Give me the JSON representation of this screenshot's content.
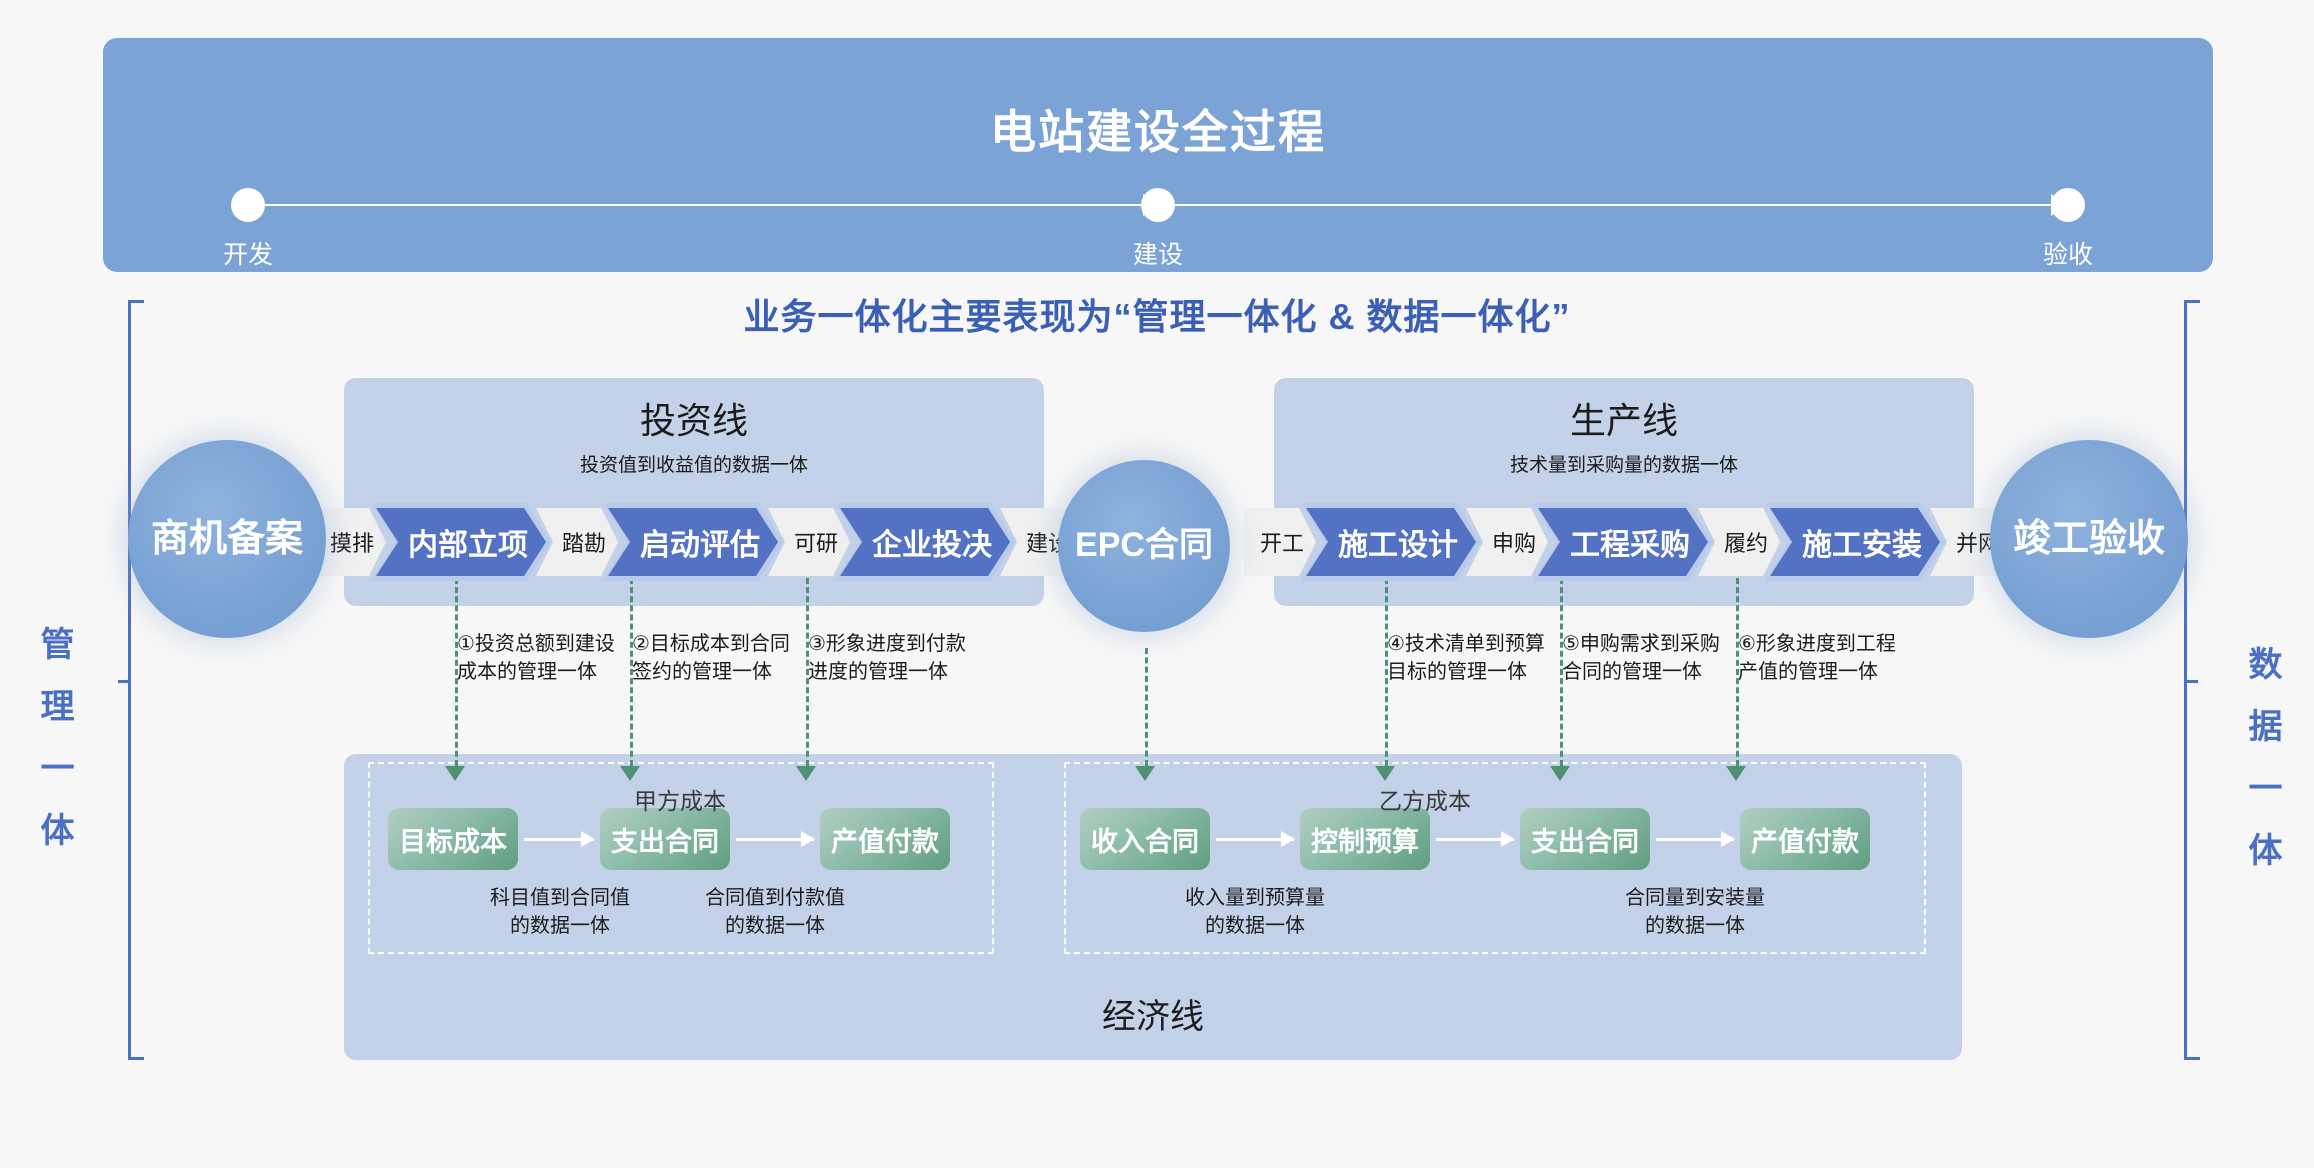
{
  "top_bar": {
    "title": "电站建设全过程",
    "milestones": [
      {
        "label": "开发"
      },
      {
        "label": "建设"
      },
      {
        "label": "验收"
      }
    ]
  },
  "subtitle": "业务一体化主要表现为“管理一体化 & 数据一体化”",
  "side_labels": {
    "left": "管理一体",
    "right": "数据一体"
  },
  "circles": {
    "start": "商机\n备案",
    "middle": "EPC\n合同",
    "end": "竣工\n验收"
  },
  "investment_line": {
    "title": "投资线",
    "subtitle": "投资值到收益值的数据一体",
    "steps": [
      {
        "label": "摸排",
        "accent": false
      },
      {
        "label": "内部立项",
        "accent": true
      },
      {
        "label": "踏勘",
        "accent": false
      },
      {
        "label": "启动评估",
        "accent": true
      },
      {
        "label": "可研",
        "accent": false
      },
      {
        "label": "企业投决",
        "accent": true
      },
      {
        "label": "建设",
        "accent": false
      }
    ]
  },
  "production_line": {
    "title": "生产线",
    "subtitle": "技术量到采购量的数据一体",
    "steps": [
      {
        "label": "开工",
        "accent": false
      },
      {
        "label": "施工设计",
        "accent": true
      },
      {
        "label": "申购",
        "accent": false
      },
      {
        "label": "工程采购",
        "accent": true
      },
      {
        "label": "履约",
        "accent": false
      },
      {
        "label": "施工安装",
        "accent": true
      },
      {
        "label": "并网",
        "accent": false
      }
    ]
  },
  "annotations": [
    {
      "text": "①投资总额到建设\n成本的管理一体"
    },
    {
      "text": "②目标成本到合同\n签约的管理一体"
    },
    {
      "text": "③形象进度到付款\n进度的管理一体"
    },
    {
      "text": "④技术清单到预算\n目标的管理一体"
    },
    {
      "text": "⑤申购需求到采购\n合同的管理一体"
    },
    {
      "text": "⑥形象进度到工程\n产值的管理一体"
    }
  ],
  "economy_line": {
    "title": "经济线",
    "groups": [
      {
        "label": "甲方成本",
        "boxes": [
          {
            "label": "目标成本"
          },
          {
            "label": "支出合同"
          },
          {
            "label": "产值付款"
          }
        ],
        "captions": [
          {
            "text": "科目值到合同值\n的数据一体"
          },
          {
            "text": "合同值到付款值\n的数据一体"
          }
        ]
      },
      {
        "label": "乙方成本",
        "boxes": [
          {
            "label": "收入合同"
          },
          {
            "label": "控制预算"
          },
          {
            "label": "支出合同"
          },
          {
            "label": "产值付款"
          }
        ],
        "captions": [
          {
            "text": "收入量到预算量\n的数据一体"
          },
          {
            "text": "合同量到安装量\n的数据一体"
          }
        ]
      }
    ]
  },
  "colors": {
    "header_blue": "#7ba3d6",
    "panel_blue": "#c3d2e8",
    "accent_chevron": "#5472c4",
    "plain_chevron": "#f0f0f0",
    "green_box": "#5f9e80",
    "dashed_green": "#4f9173",
    "brand_text": "#3b5fb4"
  }
}
